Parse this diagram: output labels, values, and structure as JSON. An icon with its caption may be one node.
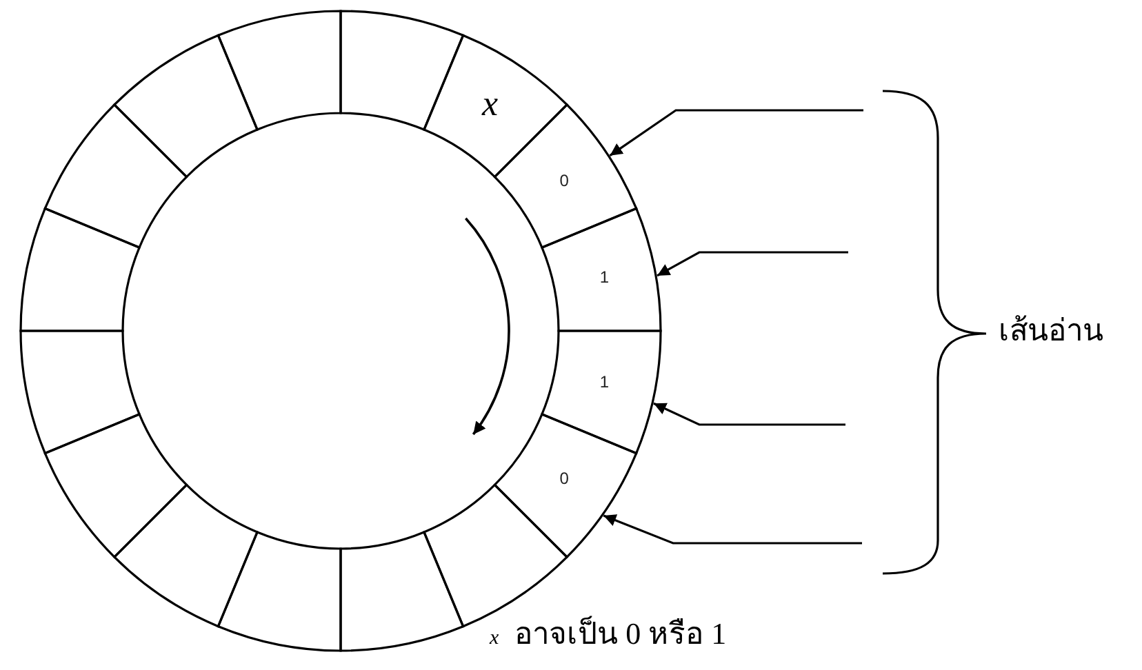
{
  "diagram": {
    "nodes": [
      {
        "text": [],
        "shape": "box"
      },
      {
        "text": [
          "x"
        ]
      },
      {
        "text": [
          "0"
        ]
      },
      {
        "text": [
          "1"
        ]
      },
      {
        "text": [
          "1"
        ]
      },
      {
        "text": [
          "0"
        ]
      },
      {
        "text": [],
        "shape": "box"
      },
      {
        "text": [],
        "shape": "box"
      },
      {
        "text": [],
        "shape": "box"
      },
      {
        "text": [],
        "shape": "box"
      },
      {
        "text": [],
        "shape": "box"
      },
      {
        "text": [],
        "shape": "box"
      },
      {
        "text": [],
        "shape": "box"
      },
      {
        "text": [],
        "shape": "box"
      },
      {
        "text": [],
        "shape": "box"
      },
      {
        "text": [],
        "shape": "box"
      }
    ],
    "edges": [
      {
        "from": null,
        "to": 2,
        "arrow": "to"
      },
      {
        "from": null,
        "to": 3,
        "arrow": "to"
      },
      {
        "from": null,
        "to": 4,
        "arrow": "to"
      },
      {
        "from": null,
        "to": 5,
        "arrow": "to"
      }
    ],
    "labels": [
      "เส้นอ่าน",
      "*x* อาจเป็น 0 หรือ 1"
    ]
  }
}
